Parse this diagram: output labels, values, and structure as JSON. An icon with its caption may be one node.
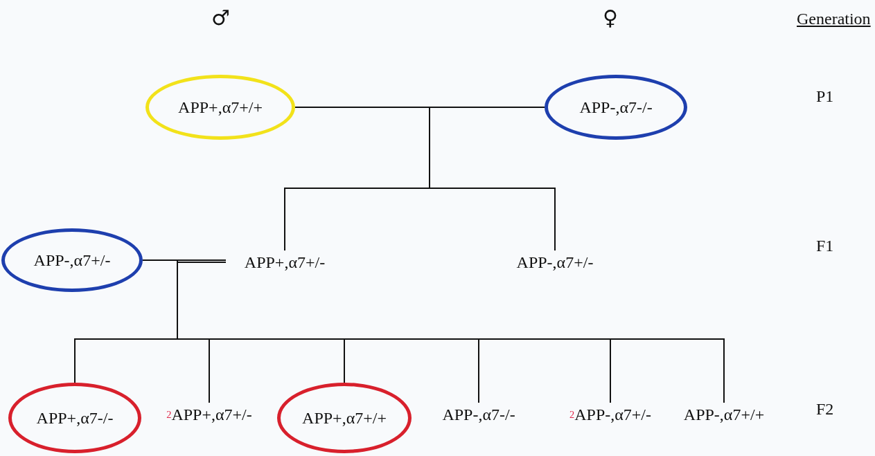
{
  "diagram": {
    "nodes": [
      {
        "text": [
          "APP+,α7+/+"
        ]
      },
      {
        "text": [
          "APP-,α7-/-"
        ]
      },
      {
        "text": [
          "APP+,α7+/-"
        ]
      },
      {
        "text": [
          "APP-,α7+/-"
        ]
      },
      {
        "text": [
          "APP-,α7+/-"
        ]
      },
      {
        "text": [
          "APP+,α7-/-"
        ]
      },
      {
        "text": [
          "$_{2}$APP+,α7+/-"
        ]
      },
      {
        "text": [
          "APP+,α7+/+"
        ]
      },
      {
        "text": [
          "APP-,α7-/-"
        ]
      },
      {
        "text": [
          "$_{2}$APP-,α7+/-"
        ]
      },
      {
        "text": [
          "APP-,α7+/+"
        ]
      }
    ],
    "edges": [
      {
        "from": 0,
        "to": 1,
        "arrow": "none"
      },
      {
        "from": 0,
        "to": 2,
        "arrow": "none"
      },
      {
        "from": 1,
        "to": 2,
        "arrow": "none"
      },
      {
        "from": 0,
        "to": 3,
        "arrow": "none"
      },
      {
        "from": 1,
        "to": 3,
        "arrow": "none"
      },
      {
        "from": 4,
        "to": 2,
        "arrow": "none"
      },
      {
        "from": 4,
        "to": 5,
        "arrow": "none"
      },
      {
        "from": 2,
        "to": 5,
        "arrow": "none"
      },
      {
        "from": 4,
        "to": 6,
        "arrow": "none"
      },
      {
        "from": 2,
        "to": 6,
        "arrow": "none"
      },
      {
        "from": 4,
        "to": 7,
        "arrow": "none"
      },
      {
        "from": 2,
        "to": 7,
        "arrow": "none"
      },
      {
        "from": 4,
        "to": 8,
        "arrow": "none"
      },
      {
        "from": 2,
        "to": 8,
        "arrow": "none"
      },
      {
        "from": 4,
        "to": 9,
        "arrow": "none"
      },
      {
        "from": 2,
        "to": 9,
        "arrow": "none"
      },
      {
        "from": 4,
        "to": 10,
        "arrow": "none"
      },
      {
        "from": 2,
        "to": 10,
        "arrow": "none"
      }
    ],
    "labels": [
      "♂",
      "♀",
      "Generation",
      "P1",
      "F1",
      "F2"
    ]
  }
}
